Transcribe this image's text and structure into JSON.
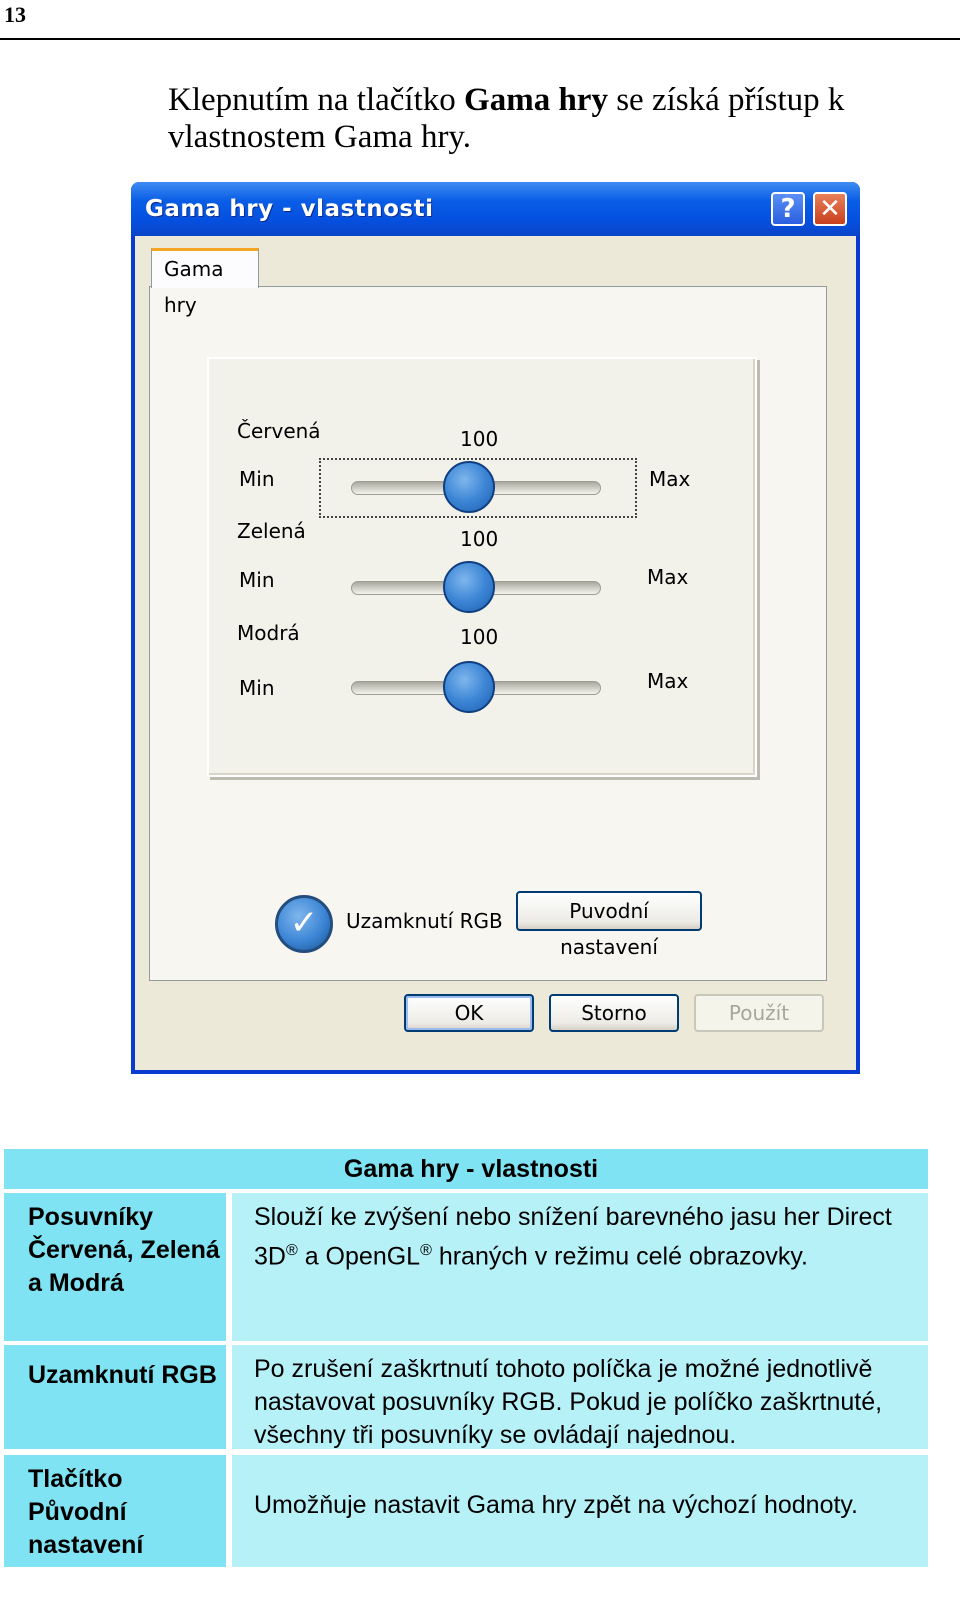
{
  "page": {
    "number": "13",
    "intro_before": "Klepnutím na tlačítko ",
    "intro_bold": "Gama hry",
    "intro_after": " se získá přístup k vlastnostem Gama hry."
  },
  "dialog": {
    "title": "Gama hry - vlastnosti",
    "help_glyph": "?",
    "close_glyph": "✕",
    "tab_label": "Gama hry",
    "sliders": [
      {
        "label": "Červená",
        "value_text": "100",
        "value": 100,
        "min_label": "Min",
        "max_label": "Max"
      },
      {
        "label": "Zelená",
        "value_text": "100",
        "value": 100,
        "min_label": "Min",
        "max_label": "Max"
      },
      {
        "label": "Modrá",
        "value_text": "100",
        "value": 100,
        "min_label": "Min",
        "max_label": "Max"
      }
    ],
    "slider_range": [
      0,
      400
    ],
    "lock_rgb_label": "Uzamknutí RGB",
    "lock_rgb_checked": true,
    "check_glyph": "✓",
    "reset_button": "Puvodní nastavení",
    "ok_button": "OK",
    "cancel_button": "Storno",
    "apply_button": "Použít"
  },
  "table": {
    "header": "Gama hry - vlastnosti",
    "rows": [
      {
        "term": "Posuvníky Červená, Zelená a Modrá",
        "desc_1": "Slouží ke zvýšení nebo snížení barevného jasu her Direct 3D",
        "reg_1": "®",
        "desc_2": " a OpenGL",
        "reg_2": "®",
        "desc_3": " hraných v režimu celé obrazovky."
      },
      {
        "term": "Uzamknutí RGB",
        "desc": "Po zrušení zaškrtnutí tohoto políčka je možné jednotlivě nastavovat posuvníky RGB. Pokud je políčko zaškrtnuté, všechny tři posuvníky se ovládají najednou."
      },
      {
        "term": "Tlačítko Původní nastavení",
        "desc": "Umožňuje nastavit Gama hry zpět na výchozí hodnoty."
      }
    ]
  },
  "colors": {
    "titlebar": "#0550e0",
    "table_header": "#7fe3f3",
    "table_cell": "#b6f1f8",
    "dialog_face": "#ece9d8"
  }
}
